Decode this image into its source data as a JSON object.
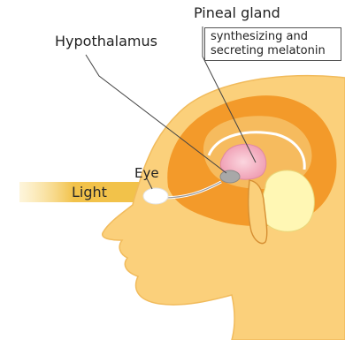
{
  "labels": {
    "pineal_gland": "Pineal gland",
    "hypothalamus": "Hypothalamus",
    "eye": "Eye",
    "light": "Light"
  },
  "pineal_note": {
    "line1": "synthesizing and",
    "line2": "secreting melatonin"
  },
  "colors": {
    "skin": "#fbd07b",
    "brain_outer": "#f39a2a",
    "brain_inner": "#f6bb5e",
    "pineal": "#f6a3b8",
    "cerebellum": "#fff7b4",
    "light_beam": "#f2c24a",
    "leader_line": "#444444"
  }
}
